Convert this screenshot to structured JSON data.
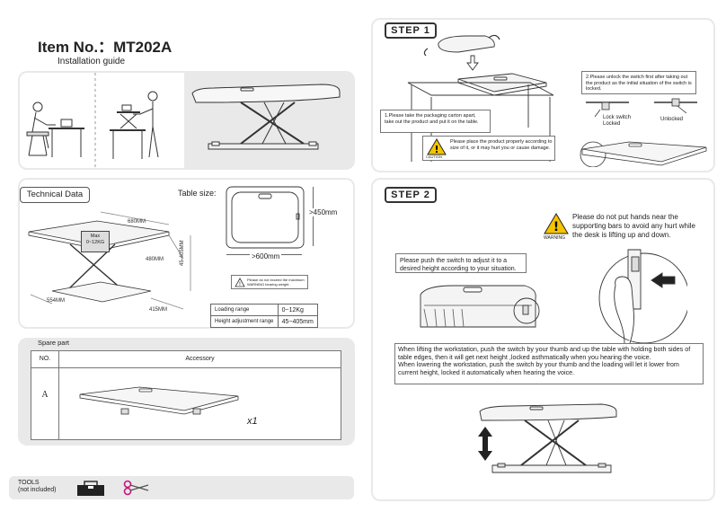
{
  "header": {
    "item_label": "Item No.：",
    "item_number": "MT202A",
    "subtitle": "Installation guide"
  },
  "technical": {
    "title": "Technical Data",
    "table_size_label": "Table size:",
    "dim_width": "680MM",
    "dim_depth": "480MM",
    "dim_height": "45-405MM",
    "dim_base_width": "554MM",
    "dim_base_depth": "415MM",
    "max_load": "Max\n0~12KG",
    "top_dim_w": ">600mm",
    "top_dim_h": ">450mm",
    "note": "Please do not exceed the maximum WARNING bearing weight.",
    "specs": [
      {
        "label": "Loading range",
        "value": "0~12Kg"
      },
      {
        "label": "Height adjustment range",
        "value": "45~405mm"
      }
    ]
  },
  "spare": {
    "title": "Spare part",
    "col_no": "NO.",
    "col_accessory": "Accessory",
    "row_no": "A",
    "row_qty": "x1"
  },
  "tools": {
    "label": "TOOLS\n(not included)"
  },
  "step1": {
    "title": "STEP 1",
    "instruction1": "1.Please take the packaging carton apart, take out the product and put it on the table.",
    "caution_text": "Please place the product properly according to size of it, or it may hurt you or cause damage.",
    "caution_label": "CAUTION",
    "instruction2": "2.Please unlock the switch first after taking out the product as the initial situation of the switch is locked.",
    "lock_label": "Lock switch\nLocked",
    "unlock_label": "Unlocked"
  },
  "step2": {
    "title": "STEP 2",
    "warning_text": "Please do not put hands near the supporting bars to avoid any hurt while the desk is lifting up and down.",
    "warning_label": "WARNING",
    "push_note": "Please push the switch to adjust it to a desired height according to your situation.",
    "body_text": "When lifting the workstation, push the switch by your thumb and up the table with holding both sides of table edges, then it will get next height ,locked asthmatically when you hearing the voice.\nWhen lowering the workstation, push the switch by your thumb and the loading will let it lower from current height, locked it automatically when hearing the voice."
  },
  "colors": {
    "panel": "#e9e9e9",
    "warning_yellow": "#f5c400",
    "scissors_magenta": "#c2187a",
    "line": "#333333"
  }
}
